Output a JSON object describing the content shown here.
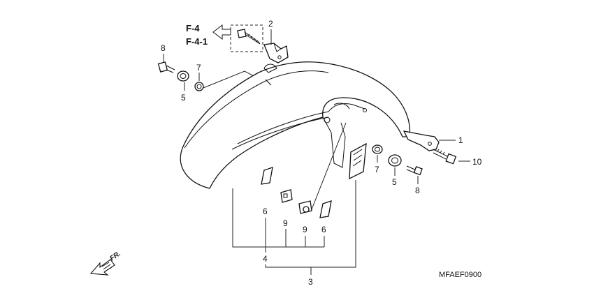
{
  "diagram": {
    "refs": [
      "F-4",
      "F-4-1"
    ],
    "code": "MFAEF0900",
    "front_label": "FR.",
    "callouts": {
      "c1": "1",
      "c2": "2",
      "c3": "3",
      "c4": "4",
      "c5a": "5",
      "c5b": "5",
      "c6a": "6",
      "c6b": "6",
      "c7a": "7",
      "c7b": "7",
      "c8a": "8",
      "c8b": "8",
      "c9a": "9",
      "c9b": "9",
      "c10": "10"
    },
    "colors": {
      "line": "#111111",
      "background": "#ffffff"
    }
  }
}
